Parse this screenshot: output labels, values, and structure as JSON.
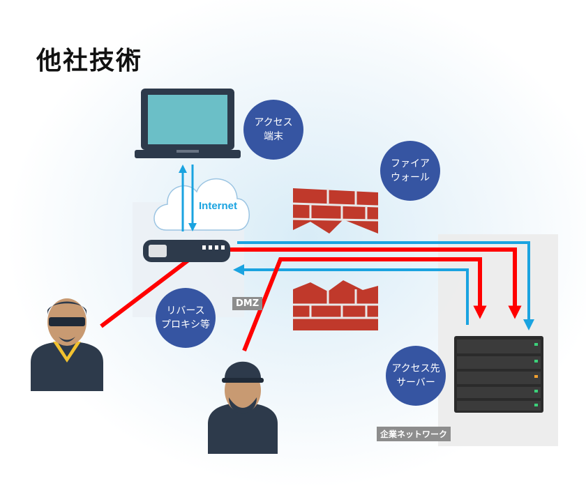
{
  "title": "他社技術",
  "labels": {
    "internet": "Internet",
    "dmz": "DMZ",
    "corporate_network": "企業ネットワーク"
  },
  "bubbles": {
    "access_terminal": "アクセス\n端末",
    "firewall": "ファイア\nウォール",
    "reverse_proxy": "リバース\nプロキシ等",
    "destination_server": "アクセス先\nサーバー"
  },
  "colors": {
    "bubble": "#3655a2",
    "attack_arrow": "#ff0000",
    "traffic_arrow": "#1aa3e0",
    "firewall_brick": "#c0392b",
    "hacker_body": "#2d3a4b"
  },
  "icons": [
    "laptop-icon",
    "cloud-icon",
    "router-icon",
    "firewall-icon",
    "server-rack-icon",
    "hacker-icon"
  ]
}
